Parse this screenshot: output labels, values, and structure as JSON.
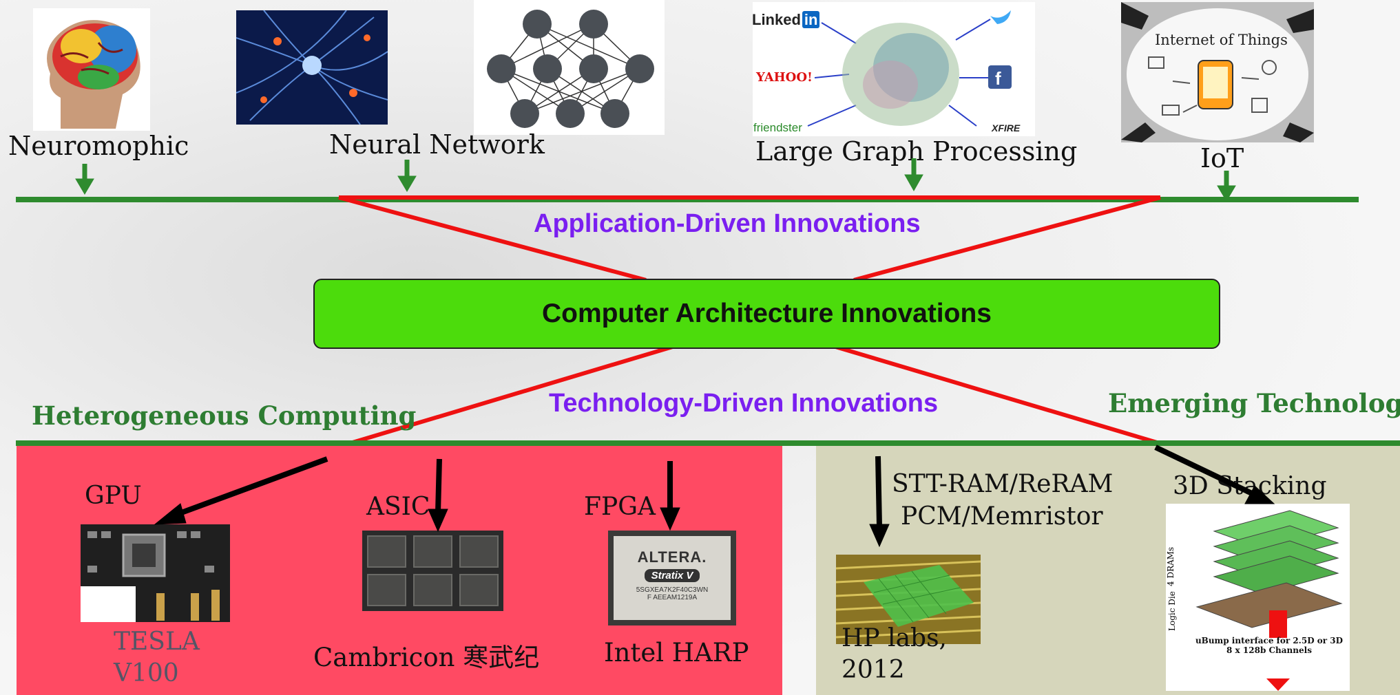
{
  "top_labels": {
    "neuromorphic": "Neuromophic",
    "neural_network": "Neural Network",
    "large_graph": "Large Graph Processing",
    "iot": "IoT"
  },
  "graph_logos": {
    "linkedin": "Linked",
    "linkedin_in": "in",
    "yahoo": "YAHOO!",
    "friendster": "friendster",
    "xfire": "XFIRE"
  },
  "iot_title": "Internet of Things",
  "application_driven": "Application-Driven Innovations",
  "center": "Computer Architecture Innovations",
  "technology_driven": "Technology-Driven Innovations",
  "heterogeneous": "Heterogeneous Computing",
  "emerging": "Emerging Technology",
  "bottom": {
    "gpu": "GPU",
    "tesla_line1": "TESLA",
    "tesla_line2": "V100",
    "asic": "ASIC",
    "cambricon": "Cambricon 寒武纪",
    "fpga": "FPGA",
    "intel_harp": "Intel HARP",
    "altera": "ALTERA.",
    "stratix": "Stratix V",
    "fpga_part": "5SGXEA7K2F40C3WN",
    "fpga_part2": "F AEEAM1219A",
    "nvm_line1": "STT-RAM/ReRAM",
    "nvm_line2": "PCM/Memristor",
    "hp_line1": "HP labs,",
    "hp_line2": "2012",
    "stacking": "3D Stacking",
    "dram_label": "4 DRAMs",
    "logic_label": "Logic Die",
    "ubump_line1": "uBump interface for 2.5D or 3D",
    "ubump_line2": "8 x 128b Channels"
  },
  "colors": {
    "green_line": "#2e8b2e",
    "red_line": "#ee1111",
    "purple_text": "#7a1ff0",
    "box_green": "#4cdc0c",
    "panel_red": "#ff4a63",
    "panel_olive": "#d6d6bb"
  }
}
